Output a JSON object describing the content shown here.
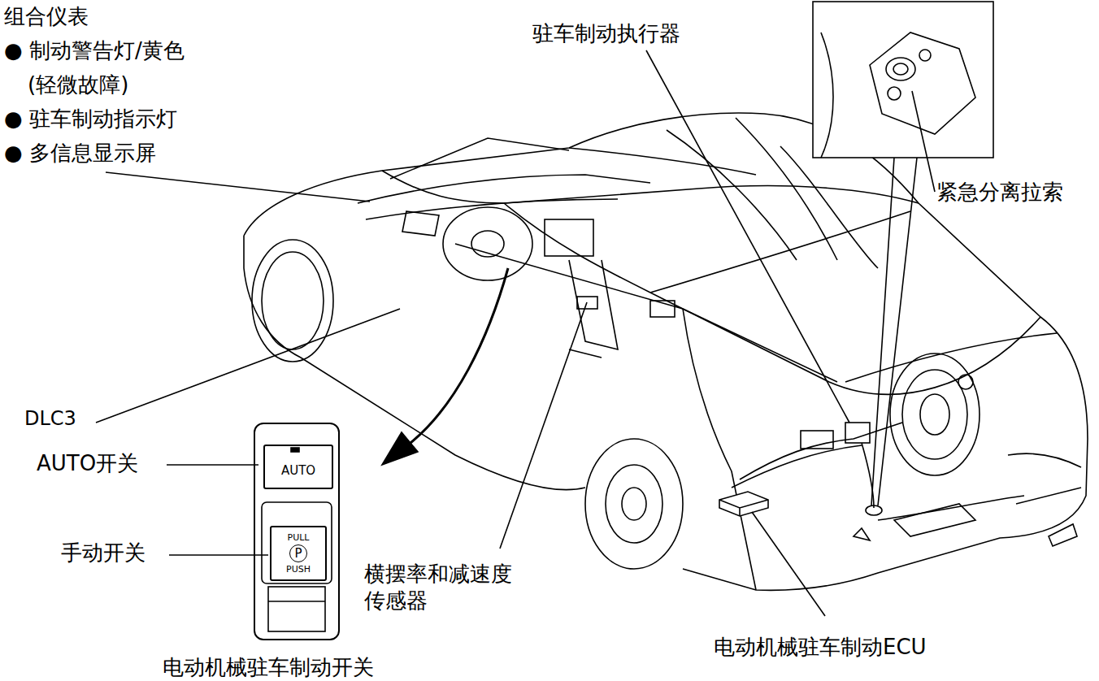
{
  "diagram": {
    "nodes": [
      {
        "text": [
          "电动机械驻车制动开关"
        ]
      },
      {
        "text": [
          "AUTO"
        ],
        "in": 0
      },
      {
        "text": [
          "PULL",
          "P",
          "PUSH"
        ],
        "in": 0
      }
    ],
    "labels": [
      "组合仪表",
      "● 制动警告灯/黄色",
      "(轻微故障)",
      "● 驻车制动指示灯",
      "● 多信息显示屏",
      "驻车制动执行器",
      "紧急分离拉索",
      "DLC3",
      "AUTO开关",
      "手动开关",
      "横摆率和减速度 传感器",
      "电动机械驻车制动ECU"
    ]
  }
}
